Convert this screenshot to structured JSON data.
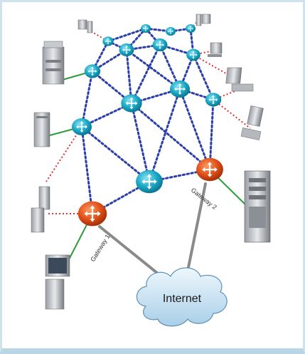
{
  "labels": {
    "gateway1": "Gateway 1",
    "gateway2": "Gateway 2",
    "internet": "Internet"
  },
  "colors": {
    "mesh_link": "#2b3fa8",
    "client_link_red": "#e03030",
    "client_link_green": "#2e9a3a",
    "uplink": "#8a8a8a",
    "mesh_router": "#19a8c6",
    "gateway_router": "#e0501a",
    "cloud": "#cfe6f5"
  },
  "icons": {
    "mesh_router": "mesh-router-icon",
    "gateway_router": "gateway-router-icon",
    "desktop": "desktop-computer-icon",
    "server": "server-tower-icon",
    "laptop": "laptop-icon",
    "printer": "printer-icon",
    "cloud": "internet-cloud-icon"
  }
}
